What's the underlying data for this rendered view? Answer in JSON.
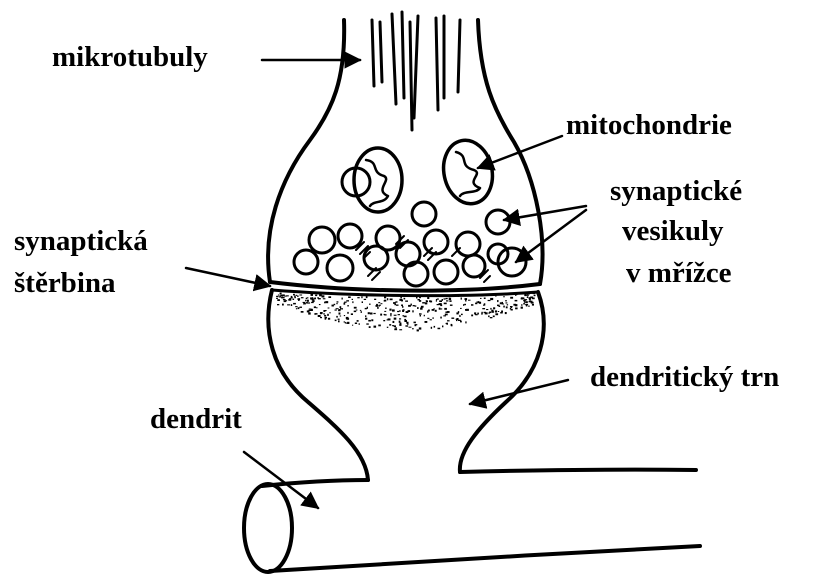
{
  "labels": {
    "mikrotubuly": "mikrotubuly",
    "mitochondrie": "mitochondrie",
    "synapticke_1": "synaptické",
    "synapticke_2": "vesikuly",
    "synapticke_3": "v mřížce",
    "sterbina_1": "synaptická",
    "sterbina_2": "štěrbina",
    "trn": "dendritický trn",
    "dendrit": "dendrit"
  },
  "colors": {
    "ink": "#000000",
    "background": "#ffffff"
  }
}
